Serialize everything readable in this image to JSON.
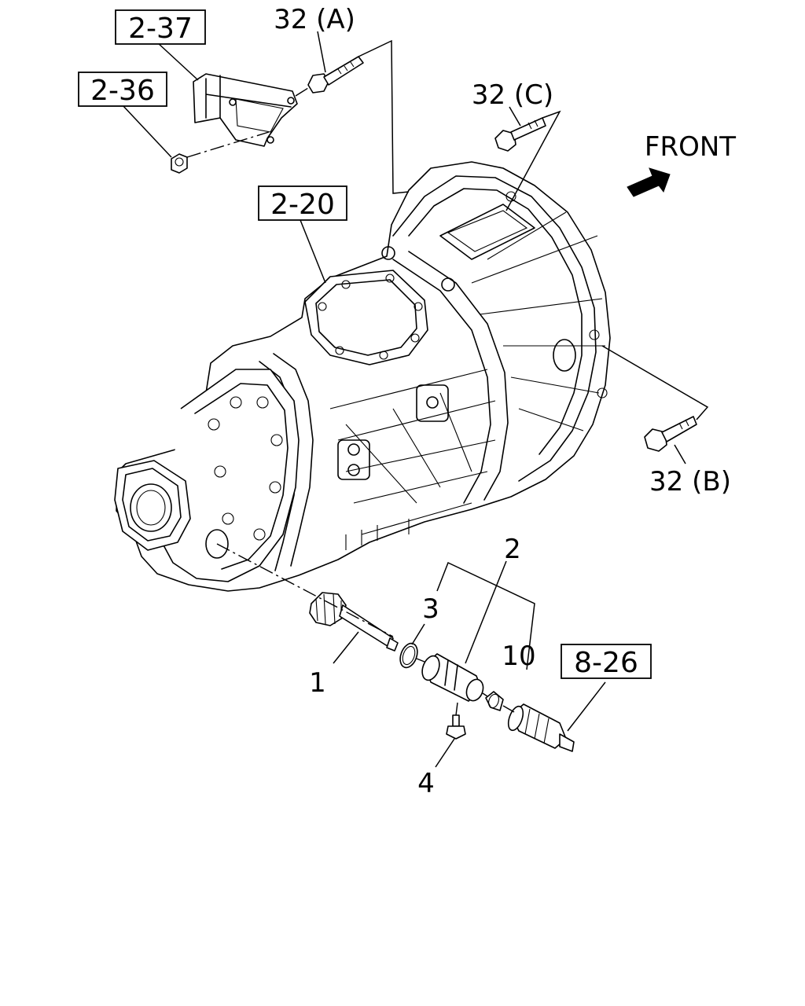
{
  "direction_label": "FRONT",
  "ref_boxes": {
    "bracket": "2-37",
    "nut": "2-36",
    "transmission": "2-20",
    "sensor": "8-26"
  },
  "callouts": {
    "bolt_a": "32 (A)",
    "bolt_b": "32 (B)",
    "bolt_c": "32 (C)",
    "shaft": "1",
    "sleeve": "2",
    "o_ring": "3",
    "bolt_small": "4",
    "seal": "10"
  }
}
